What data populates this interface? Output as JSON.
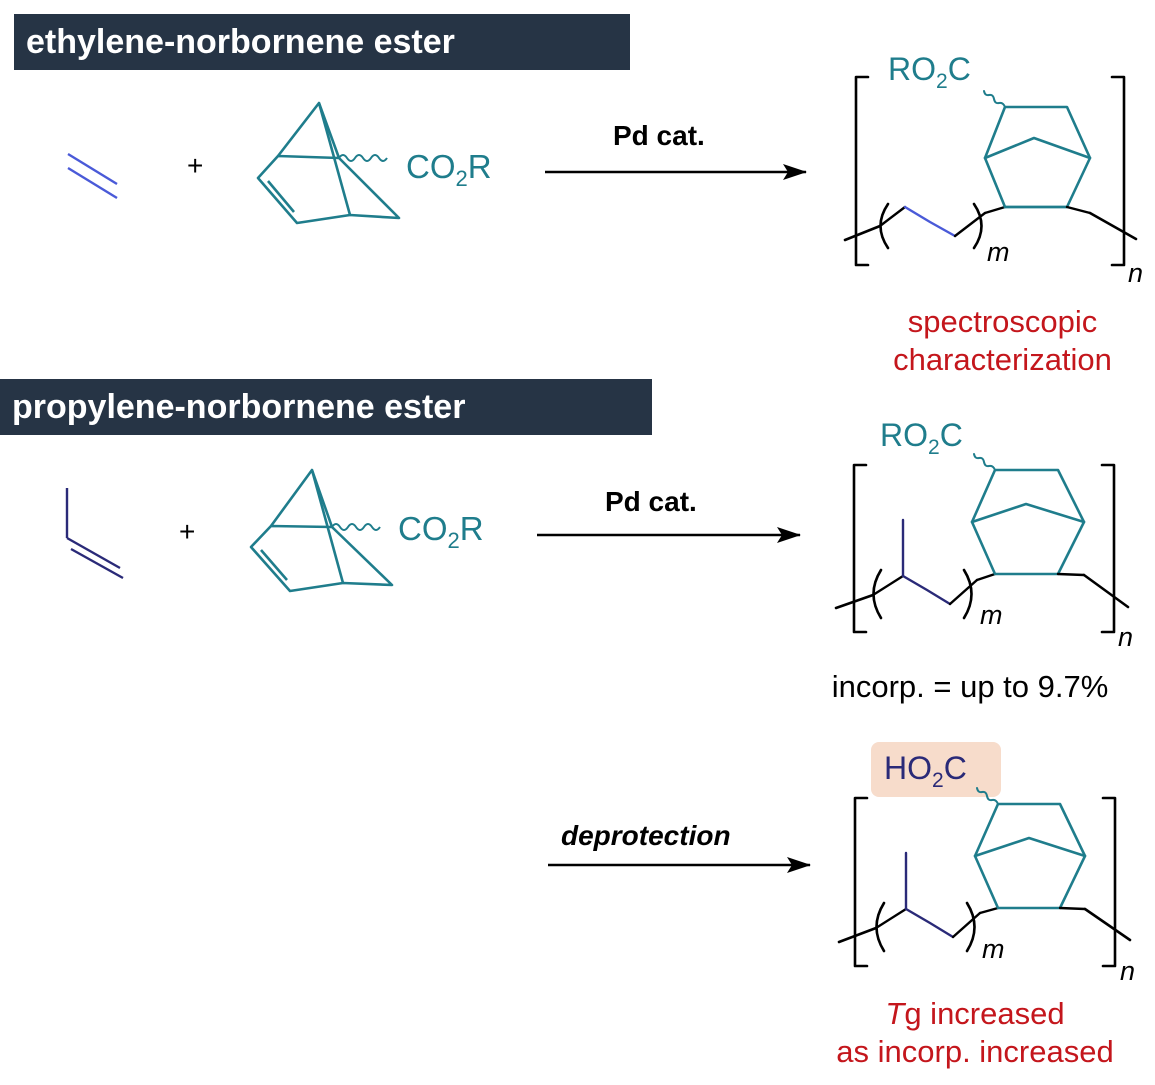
{
  "colors": {
    "banner_bg": "#263445",
    "teal": "#1f7d8c",
    "ethylene_blue": "#4a5ad8",
    "propylene_navy": "#2a2a78",
    "red_note": "#c4161c",
    "highlight": "#f7dccb"
  },
  "section1": {
    "banner": "ethylene-norbornene ester",
    "plus": "+",
    "substituent": "CO",
    "substituent_sub": "2",
    "substituent_tail": "R",
    "catalyst": "Pd cat.",
    "product_group": "RO",
    "product_group_sub": "2",
    "product_group_tail": "C",
    "m": "m",
    "n": "n",
    "note_line1": "spectroscopic",
    "note_line2": "characterization"
  },
  "section2": {
    "banner": "propylene-norbornene ester",
    "plus": "+",
    "substituent": "CO",
    "substituent_sub": "2",
    "substituent_tail": "R",
    "catalyst": "Pd cat.",
    "product_group": "RO",
    "product_group_sub": "2",
    "product_group_tail": "C",
    "m": "m",
    "n": "n",
    "note": "incorp. = up to 9.7%"
  },
  "section3": {
    "reagent": "deprotection",
    "product_group": "HO",
    "product_group_sub": "2",
    "product_group_tail": "C",
    "m": "m",
    "n": "n",
    "note_italic": "T",
    "note_line1_rest": "g increased",
    "note_line2": "as incorp. increased"
  }
}
